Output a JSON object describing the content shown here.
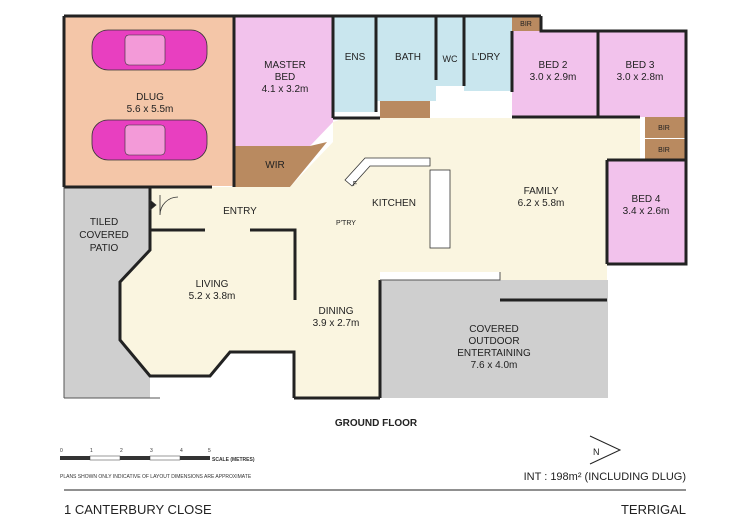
{
  "rooms": {
    "dlug": {
      "name": "DLUG",
      "size": "5.6 x 5.5m"
    },
    "master": {
      "name_line1": "MASTER",
      "name_line2": "BED",
      "size": "4.1 x 3.2m"
    },
    "ens": {
      "name": "ENS"
    },
    "bath": {
      "name": "BATH"
    },
    "wc": {
      "name": "WC"
    },
    "ldry": {
      "name": "L'DRY"
    },
    "bir_top": {
      "name": "BIR"
    },
    "bed2": {
      "name": "BED 2",
      "size": "3.0 x 2.9m"
    },
    "bed3": {
      "name": "BED 3",
      "size": "3.0 x 2.8m"
    },
    "bir_mid1": {
      "name": "BIR"
    },
    "bir_mid2": {
      "name": "BIR"
    },
    "bed4": {
      "name": "BED 4",
      "size": "3.4 x 2.6m"
    },
    "wir": {
      "name": "WIR"
    },
    "entry": {
      "name": "ENTRY"
    },
    "kitchen": {
      "name": "KITCHEN"
    },
    "fridge": {
      "name": "F"
    },
    "pantry": {
      "name": "P'TRY"
    },
    "family": {
      "name": "FAMILY",
      "size": "6.2 x 5.8m"
    },
    "patio": {
      "line1": "TILED",
      "line2": "COVERED",
      "line3": "PATIO"
    },
    "living": {
      "name": "LIVING",
      "size": "5.2 x 3.8m"
    },
    "dining": {
      "name": "DINING",
      "size": "3.9 x 2.7m"
    },
    "outdoor": {
      "line1": "COVERED",
      "line2": "OUTDOOR",
      "line3": "ENTERTAINING",
      "size": "7.6 x 4.0m"
    }
  },
  "floor_title": "GROUND FLOOR",
  "scale": {
    "ticks": [
      "0",
      "1",
      "2",
      "3",
      "4",
      "5"
    ],
    "label": "SCALE (METRES)",
    "note": "PLANS SHOWN ONLY INDICATIVE OF LAYOUT   DIMENSIONS ARE APPROXIMATE"
  },
  "compass": {
    "label": "N"
  },
  "area_text": "INT  :  198m² (INCLUDING DLUG)",
  "address": "1 CANTERBURY CLOSE",
  "suburb": "TERRIGAL",
  "colors": {
    "garage": "#f4c6a8",
    "bedroom": "#f2c2ec",
    "wet": "#c9e6ee",
    "storage": "#b98a60",
    "living": "#faf5e0",
    "outdoor": "#cfcfcf",
    "wall": "#222222",
    "car": "#e83fc0"
  }
}
